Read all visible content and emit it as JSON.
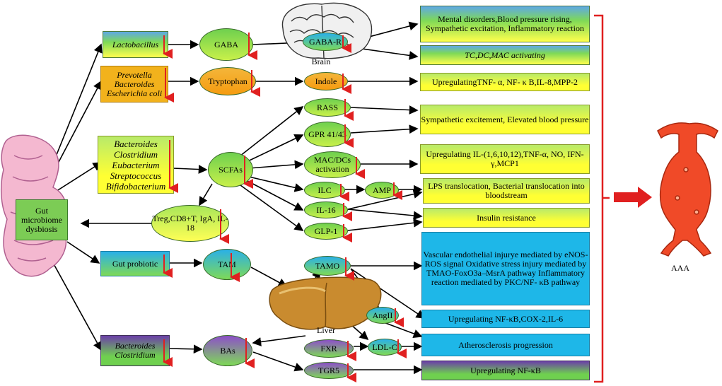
{
  "nodes": {
    "gut": "Gut microbiome dysbiosis",
    "lactobacillus": "Lactobacillus",
    "prevotella": [
      "Prevotella",
      "Bacteroides",
      "Escherichia coli"
    ],
    "scfa_bacteria": [
      "Bacteroides",
      "Clostridium",
      "Eubacterium",
      "Streptococcus",
      "Bifidobacterium"
    ],
    "gut_probiotic": "Gut probiotic",
    "ba_bacteria": [
      "Bacteroides",
      "Clostridium"
    ],
    "gaba": "GABA",
    "tryptophan": "Tryptophan",
    "scfas": "SCFAs",
    "treg": "Treg,CD8+T, IgA, IL-18",
    "tam": "TAM",
    "bas": "BAs",
    "gaba_r": "GABA-R",
    "brain": "Brain",
    "indole": "Indole",
    "rass": "RASS",
    "gpr": "GPR 41/43",
    "mac_dc": "MAC/DCs activation",
    "ilc": "ILC",
    "amp": "AMP",
    "il16": "IL-16",
    "glp1": "GLP-1",
    "tamo": "TAMO",
    "liver": "Liver",
    "angii": "AngII",
    "fxr": "FXR",
    "ldlc": "LDL-C",
    "tgr5": "TGR5",
    "aaa": "AAA"
  },
  "outcomes": {
    "o1": "Mental disorders,Blood pressure rising, Sympathetic excitation, Inflammatory reaction",
    "o2": "TC,DC,MAC activating",
    "o3": "UpregulatingTNF- α, NF- κ B,IL-8,MPP-2",
    "o4": "Sympathetic excitement, Elevated blood pressure",
    "o5": "Upregulating IL-(1,6,10,12),TNF-α, NO, IFN-γ,MCP1",
    "o6": "LPS translocation, Bacterial translocation into bloodstream",
    "o7": "Insulin resistance",
    "o8": "Vascular endothelial injurye mediated by eNOS-ROS signal Oxidative stress injury mediated by TMAO-FoxO3a–MsrA pathway Inflammatory reaction mediated by PKC/NF- κB pathway",
    "o9": "Upregulating NF-κB,COX-2,IL-6",
    "o10": "Atherosclerosis progression",
    "o11": "Upregulating NF-κB"
  },
  "colors": {
    "arrow": "#000000",
    "updown": "#e02020",
    "bracket": "#e02020",
    "aorta": "#f04a28"
  }
}
